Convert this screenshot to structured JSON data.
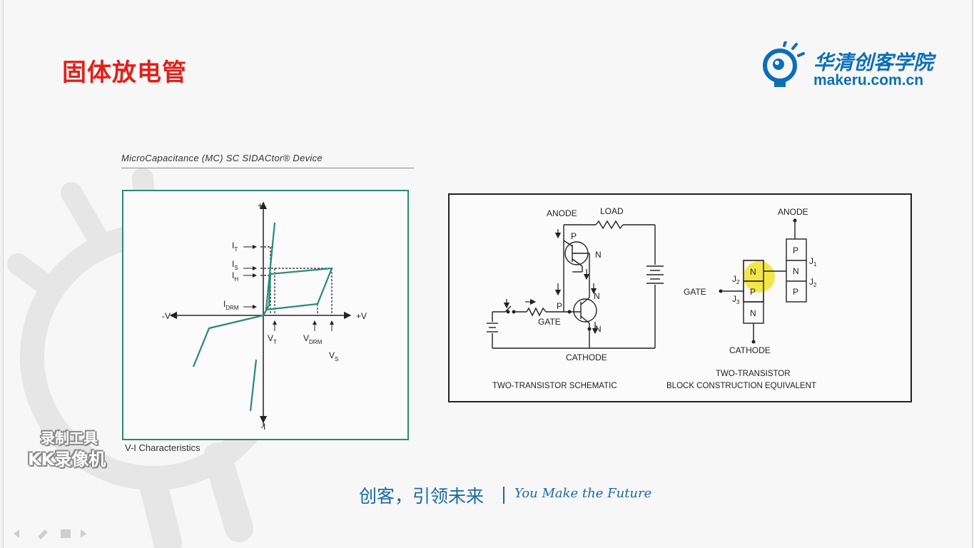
{
  "slide": {
    "title": "固体放电管",
    "logo": {
      "name_cn": "华清创客学院",
      "url": "makeru.com.cn"
    },
    "caption": "MicroCapacitance (MC) SC SIDACtor® Device",
    "slogan_cn": "创客，引领未来",
    "slogan_en": "You Make the Future"
  },
  "vi_chart": {
    "caption": "V-I Characteristics",
    "axis": {
      "plus_i": "+I",
      "minus_i": "-I",
      "minus_v": "-V",
      "plus_v": "+V"
    },
    "y_labels": {
      "it": "I",
      "it_sub": "T",
      "is": "I",
      "is_sub": "S",
      "ih": "I",
      "ih_sub": "H",
      "idrm": "I",
      "idrm_sub": "DRM"
    },
    "x_labels": {
      "vt": "V",
      "vt_sub": "T",
      "vdrm": "V",
      "vdrm_sub": "DRM",
      "vs": "V",
      "vs_sub": "S"
    },
    "curve_color": "#2b8a72"
  },
  "schematic": {
    "anode": "ANODE",
    "load": "LOAD",
    "gate": "GATE",
    "cathode": "CATHODE",
    "p": "P",
    "n": "N",
    "left_caption": "TWO-TRANSISTOR SCHEMATIC",
    "right_caption_1": "TWO-TRANSISTOR",
    "right_caption_2": "BLOCK CONSTRUCTION EQUIVALENT",
    "j1": "J",
    "j1_sub": "1",
    "j2": "J",
    "j2_sub": "2",
    "j3": "J",
    "j3_sub": "3",
    "highlight_color": "#f2e22a"
  },
  "watermark": {
    "line1": "录制工具",
    "line2": "KK录像机"
  },
  "colors": {
    "title": "#e0201b",
    "brand": "#0b6fb8",
    "slogan": "#1a6aa6"
  }
}
